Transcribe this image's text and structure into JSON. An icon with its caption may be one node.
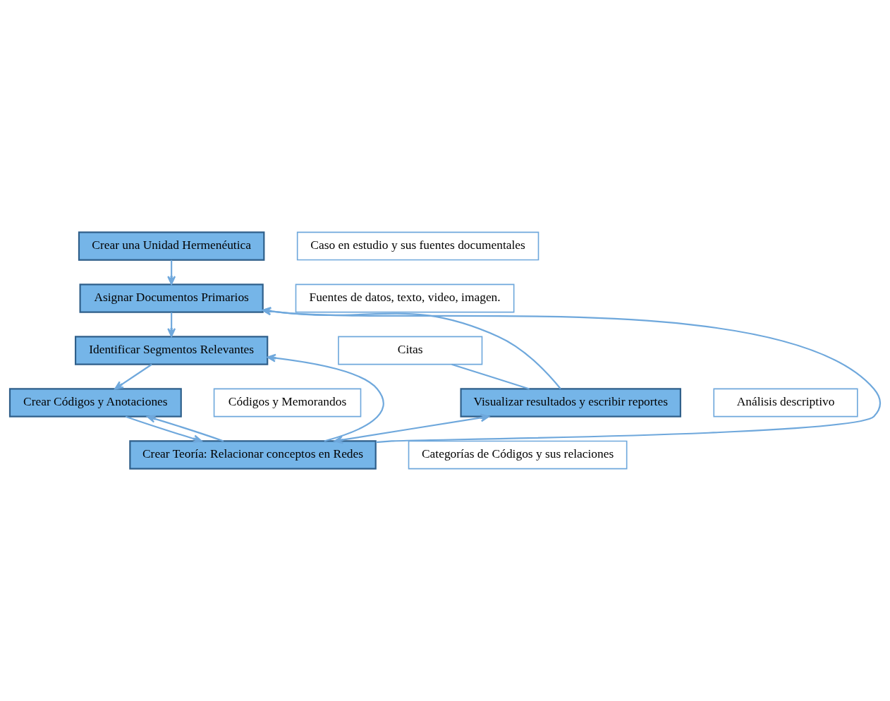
{
  "diagram": {
    "nodes": [
      {
        "text": [
          "Crear una Unidad Hermenéutica"
        ]
      },
      {
        "text": [
          "Caso en estudio y sus fuentes documentales"
        ]
      },
      {
        "text": [
          "Asignar Documentos Primarios"
        ]
      },
      {
        "text": [
          "Fuentes de datos, texto, video, imagen."
        ]
      },
      {
        "text": [
          "Visualizar resultados y escribir reportes"
        ]
      },
      {
        "text": [
          "Análisis descriptivo"
        ]
      },
      {
        "text": [
          "Identificar Segmentos Relevantes"
        ]
      },
      {
        "text": [
          "Citas"
        ]
      },
      {
        "text": [
          "Crear Códigos y Anotaciones"
        ]
      },
      {
        "text": [
          "Códigos y Memorandos"
        ]
      },
      {
        "text": [
          "Crear Teoría: Relacionar conceptos en Redes"
        ]
      },
      {
        "text": [
          "Categorías de Códigos y sus relaciones"
        ]
      }
    ],
    "edges": [
      {
        "from": 0,
        "to": 2,
        "arrow": "to"
      },
      {
        "from": 2,
        "to": 6,
        "arrow": "to"
      },
      {
        "from": 6,
        "to": 8,
        "arrow": "to"
      },
      {
        "from": 8,
        "to": 10,
        "arrow": "to"
      },
      {
        "from": 10,
        "to": 2,
        "arrow": "to"
      },
      {
        "from": 10,
        "to": 6,
        "arrow": "to"
      },
      {
        "from": 10,
        "to": 8,
        "arrow": "to"
      },
      {
        "from": 4,
        "to": 10,
        "arrow": "both"
      },
      {
        "from": 4,
        "to": 2,
        "arrow": "to"
      },
      {
        "from": 7,
        "to": 4,
        "arrow": "none"
      }
    ]
  }
}
